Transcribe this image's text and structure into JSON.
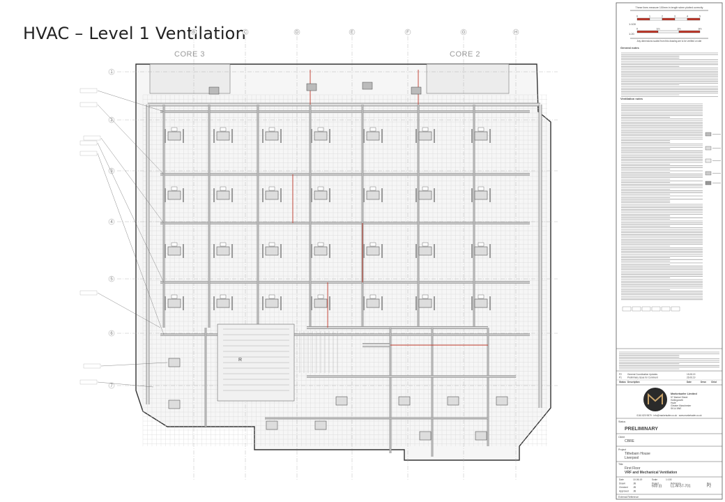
{
  "slide": {
    "title": "HVAC – Level 1 Ventilation"
  },
  "plan": {
    "cores": [
      "CORE 3",
      "CORE 2"
    ],
    "column_grid": [
      "B",
      "C",
      "D",
      "E",
      "F",
      "G",
      "H"
    ],
    "row_grid": [
      "1",
      "2",
      "3",
      "4",
      "5",
      "6",
      "7"
    ],
    "room_label": "R"
  },
  "scale_bars": {
    "note": "These lines measure 100mm in length when plotted correctly",
    "bar1_ticks": [
      "0",
      "1",
      "2",
      "3",
      "4",
      "5"
    ],
    "bar1_ratio": "1:100",
    "bar2_ticks": [
      "0",
      "1m",
      "2m",
      "3m"
    ],
    "bar2_ratio": "1:20",
    "dimensions_note": "Any dimensions scaled from this drawing are to be verified on site"
  },
  "notes": {
    "heading_general": "General notes",
    "heading_ventilation": "Ventilation notes"
  },
  "title_block": {
    "disclaimer": "This drawing along with all supporting MEP information is indicative of a design. It has been produced to illustrate a design intent. It may not necessarily identify all aspects of the works. The Contractor shall be responsible for developing the design intent.",
    "revisions": [
      {
        "rev": "P2",
        "description": "General Coordination Updates",
        "date": "15.08.19"
      },
      {
        "rev": "P1",
        "description": "Preliminary Issue for Comment",
        "date": "26.06.19"
      }
    ],
    "revision_headers": [
      "Status",
      "Description",
      "Date",
      "Drwn",
      "Chkd"
    ],
    "company": {
      "name": "Marketsafer Limited",
      "address_lines": [
        "57 Market Street",
        "Hollingworth",
        "Hyde",
        "Greater Manchester",
        "SK14 8NE"
      ],
      "contact": "0161 820 9879 · info@marketsafer.co.uk · www.marketsafer.co.uk"
    },
    "status_label": "Status",
    "status": "PRELIMINARY",
    "client_label": "Client",
    "client": "CBRE",
    "project_label": "Project",
    "project_lines": [
      "Tithebarn House",
      "Liverpool"
    ],
    "title_label": "Title",
    "title_lines": [
      "First Floor",
      "VRF and Mechanical Ventilation"
    ],
    "meta_labels": [
      "Date",
      "Drawn",
      "Checked",
      "Approved",
      "Scale",
      "Project",
      "Reference",
      "Rev"
    ],
    "meta": {
      "date": "10.06.19",
      "drawn": "JB",
      "checked": "JB",
      "approved": "JB",
      "scale": "1:100",
      "project": "603 (i)",
      "reference": "LL-M-57-701",
      "rev": "P2"
    },
    "external_reference_label": "External Reference"
  },
  "colors": {
    "duct": "#9a9a9a",
    "line": "#555555",
    "accent": "#c0392b",
    "grid": "#d6d6d6"
  }
}
